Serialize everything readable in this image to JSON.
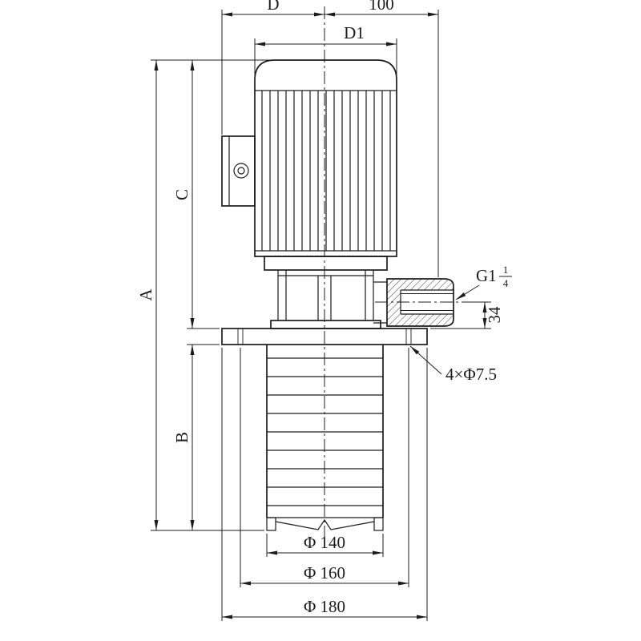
{
  "colors": {
    "background": "#ffffff",
    "line": "#1c1c1c"
  },
  "dimensions": {
    "d": "D",
    "hundred": "100",
    "d1": "D1",
    "a": "A",
    "c": "C",
    "b": "B",
    "port_offset": "34",
    "holes": "4×Φ7.5",
    "phi140": "Φ 140",
    "phi160": "Φ 160",
    "phi180": "Φ 180"
  },
  "port_thread": {
    "prefix": "G1",
    "numerator": "1",
    "denominator": "4"
  }
}
